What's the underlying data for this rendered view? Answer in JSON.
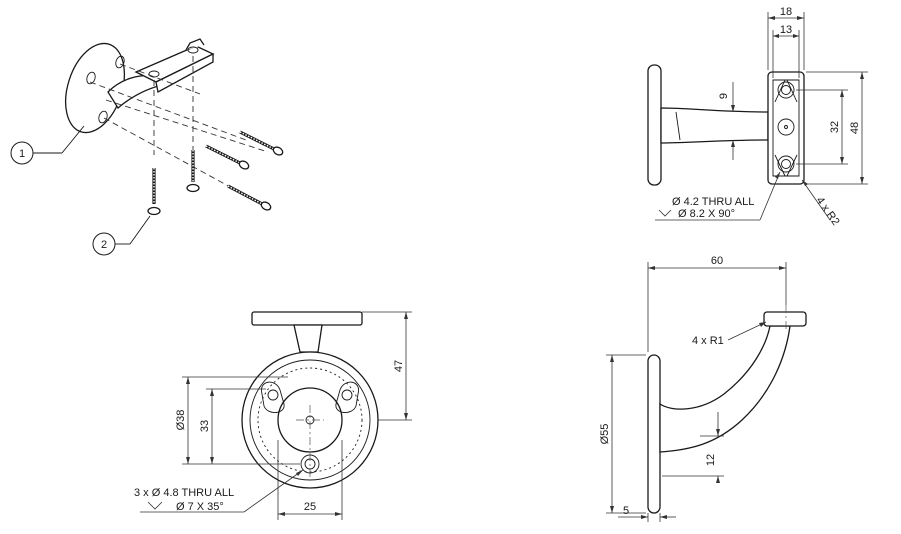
{
  "balloons": {
    "balloon_1": "1",
    "balloon_2": "2"
  },
  "top_view": {
    "dim_18": "18",
    "dim_13": "13",
    "dim_9": "9",
    "dim_32": "32",
    "dim_48": "48",
    "radius_note": "4 x R2",
    "hole_note_line1": "Ø 4.2 THRU ALL",
    "hole_note_line2": "Ø 8.2 X 90°"
  },
  "front_view": {
    "dim_47": "47",
    "dim_dia38": "Ø38",
    "dim_33": "33",
    "dim_25": "25",
    "hole_note_line1": "3 x Ø 4.8 THRU ALL",
    "hole_note_line2": "Ø 7 X 35°"
  },
  "side_view": {
    "dim_60": "60",
    "radius_note": "4 x R1",
    "dim_dia55": "Ø55",
    "dim_12": "12",
    "dim_5": "5"
  }
}
